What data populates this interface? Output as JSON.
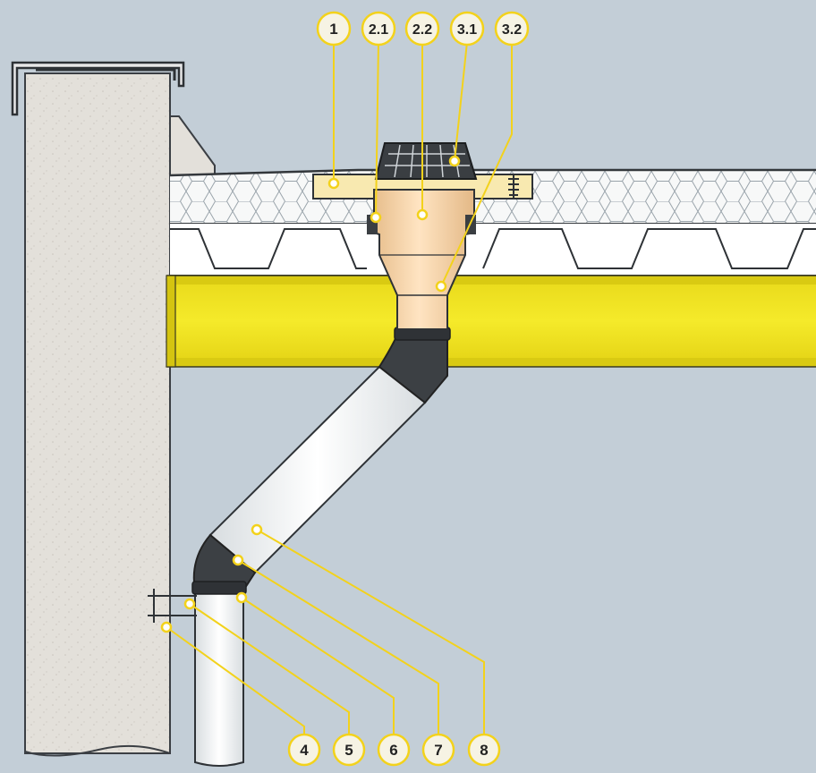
{
  "diagram": {
    "background_color": "#c3ced7",
    "accent_color": "#f3d21b",
    "beam_color": "#f2e61e",
    "callouts_top": [
      {
        "id": "c1",
        "label": "1"
      },
      {
        "id": "c21",
        "label": "2.1"
      },
      {
        "id": "c22",
        "label": "2.2"
      },
      {
        "id": "c31",
        "label": "3.1"
      },
      {
        "id": "c32",
        "label": "3.2"
      }
    ],
    "callouts_bottom": [
      {
        "id": "c4",
        "label": "4"
      },
      {
        "id": "c5",
        "label": "5"
      },
      {
        "id": "c6",
        "label": "6"
      },
      {
        "id": "c7",
        "label": "7"
      },
      {
        "id": "c8",
        "label": "8"
      }
    ]
  }
}
